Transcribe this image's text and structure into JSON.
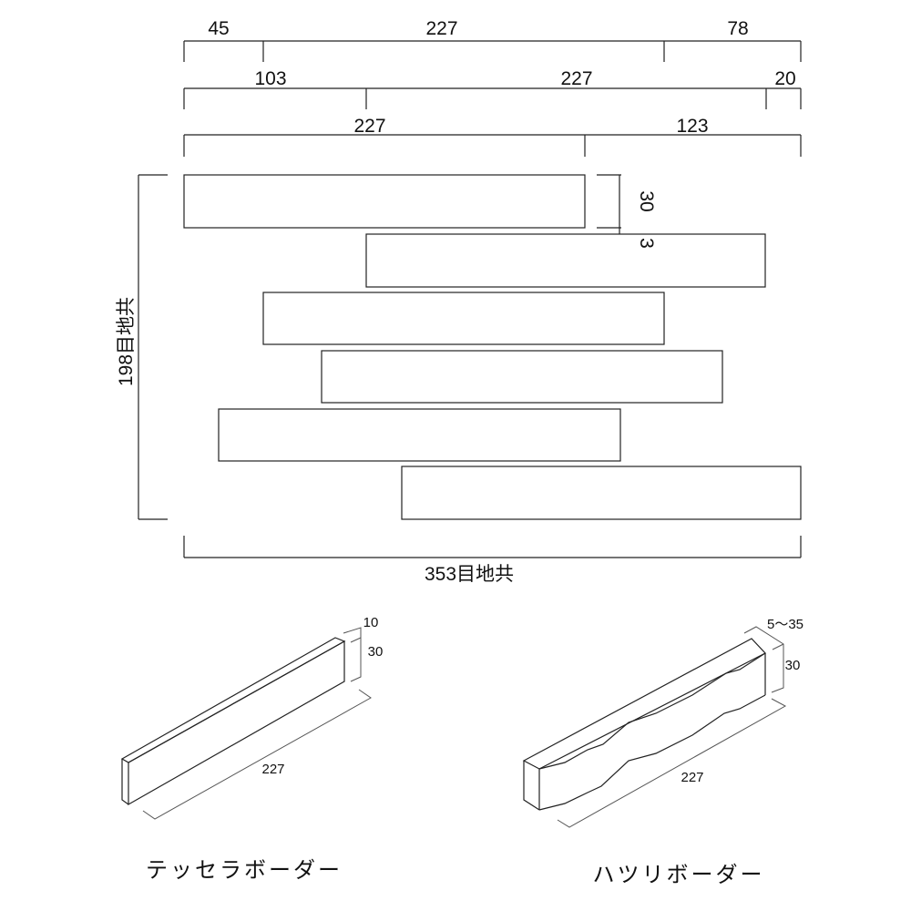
{
  "layout_plan": {
    "row1": {
      "labels": [
        "45",
        "227",
        "78"
      ]
    },
    "row2": {
      "labels": [
        "103",
        "227",
        "20"
      ]
    },
    "row3": {
      "labels": [
        "227",
        "123"
      ]
    },
    "tile_height": "30",
    "joint": "3",
    "height_total": "198目地共",
    "width_total": "353目地共"
  },
  "tessera": {
    "caption": "テッセラボーダー",
    "thickness": "10",
    "height": "30",
    "length": "227"
  },
  "hatsuri": {
    "caption": "ハツリボーダー",
    "thickness": "5～35",
    "height": "30",
    "length": "227"
  }
}
